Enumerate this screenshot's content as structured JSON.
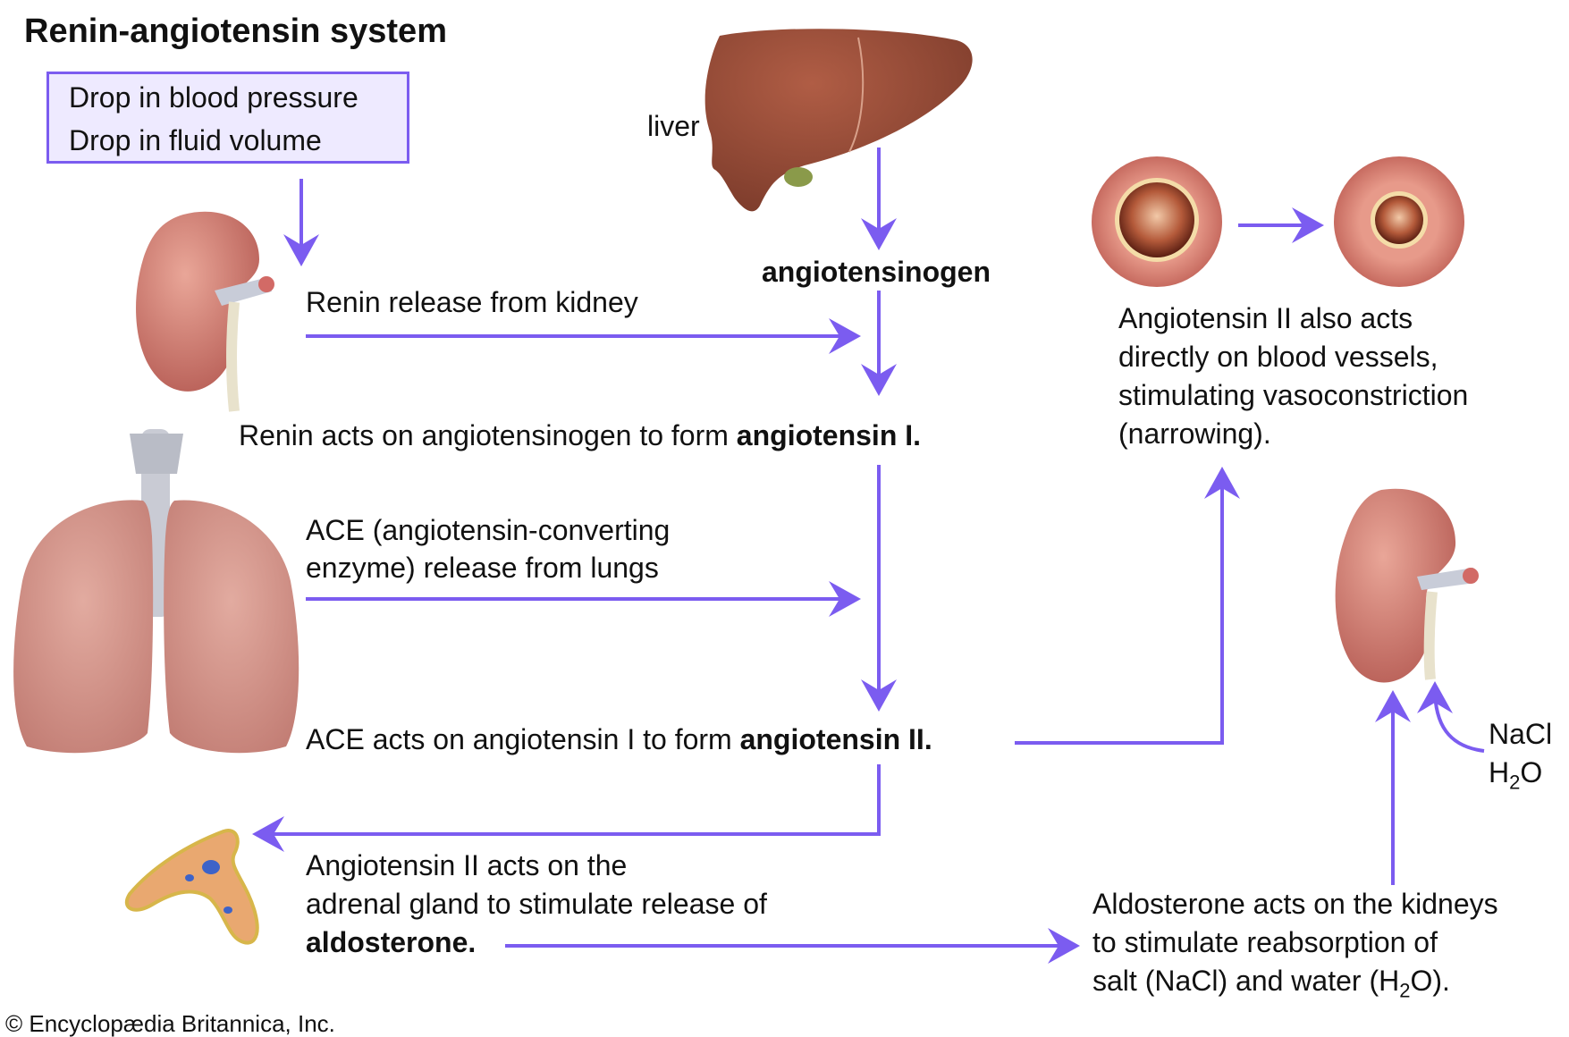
{
  "title": "Renin-angiotensin system",
  "trigger": {
    "line1": "Drop in blood pressure",
    "line2": "Drop in fluid volume"
  },
  "organs": {
    "liver": "liver",
    "kidney_icon": "kidney-illustration",
    "lungs_icon": "lungs-illustration",
    "adrenal_icon": "adrenal-gland-illustration",
    "vessel_icon": "blood-vessel-cross-section"
  },
  "steps": {
    "angiotensinogen": "angiotensinogen",
    "renin_release": "Renin release from kidney",
    "renin_acts_pre": "Renin acts on angiotensinogen to form ",
    "angiotensin_1": "angiotensin I.",
    "ace_release_1": "ACE (angiotensin-converting",
    "ace_release_2": "enzyme) release from lungs",
    "ace_acts_pre": "ACE acts on angiotensin I to form ",
    "angiotensin_2": "angiotensin II.",
    "adrenal_1": "Angiotensin II acts on the",
    "adrenal_2": "adrenal gland to stimulate release of",
    "aldosterone": "aldosterone.",
    "vessels_1": "Angiotensin II also acts",
    "vessels_2": "directly on blood vessels,",
    "vessels_3": "stimulating vasoconstriction",
    "vessels_4": "(narrowing).",
    "kidney_act_1": "Aldosterone acts on the kidneys",
    "kidney_act_2": "to stimulate reabsorption of",
    "kidney_act_3_pre": "salt (NaCl) and water (H",
    "kidney_act_3_sub": "2",
    "kidney_act_3_post": "O).",
    "nacl": "NaCl",
    "h2o_pre": "H",
    "h2o_sub": "2",
    "h2o_post": "O"
  },
  "credit": "© Encyclopædia Britannica, Inc.",
  "colors": {
    "arrow": "#7b5cf0",
    "box_fill": "#eeeaff",
    "organ": "#c9736a",
    "liver": "#8e4532"
  }
}
